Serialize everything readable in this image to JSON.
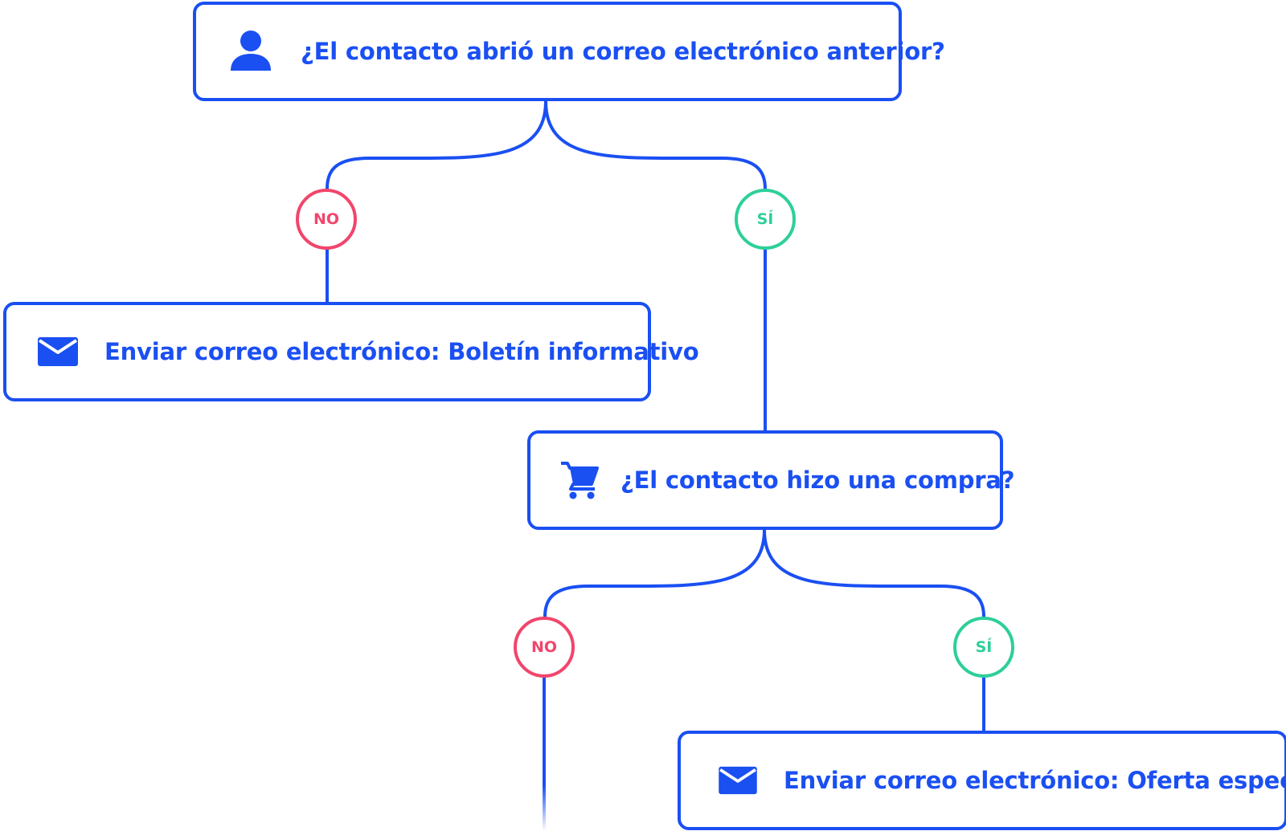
{
  "colors": {
    "primary": "#1a4ff2",
    "no": "#f2456c",
    "yes": "#2dcf9a",
    "background": "#ffffff"
  },
  "nodes": {
    "q1": {
      "label": "¿El contacto abrió un correo electrónico anterior?",
      "icon": "person-icon"
    },
    "newsletter": {
      "label": "Enviar correo electrónico: Boletín informativo",
      "icon": "email-icon"
    },
    "q2": {
      "label": "¿El contacto hizo una compra?",
      "icon": "shopping-cart-icon"
    },
    "offer": {
      "label": "Enviar correo electrónico: Oferta especial",
      "icon": "email-icon"
    }
  },
  "badges": {
    "no_1": "NO",
    "yes_1": "SÍ",
    "no_2": "NO",
    "yes_2": "SÍ"
  }
}
